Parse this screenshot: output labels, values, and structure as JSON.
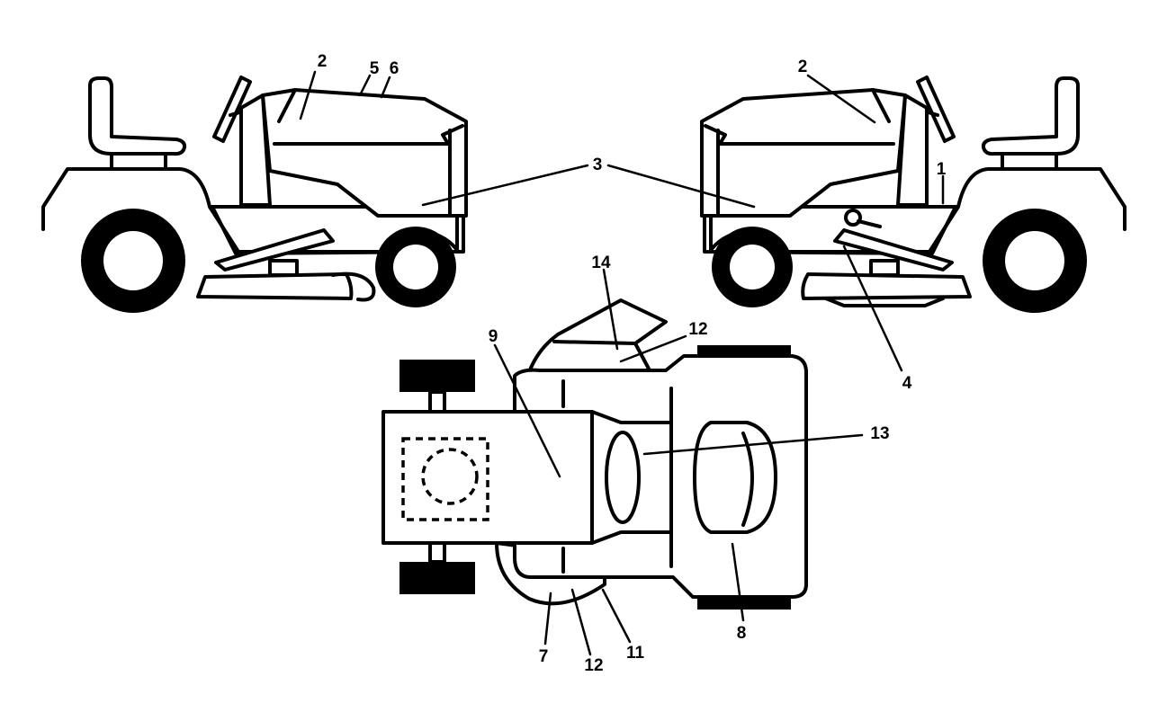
{
  "callouts": {
    "c1": "1",
    "c2_left": "2",
    "c2_right": "2",
    "c3": "3",
    "c4": "4",
    "c5": "5",
    "c6": "6",
    "c7": "7",
    "c8": "8",
    "c9": "9",
    "c11": "11",
    "c12_top": "12",
    "c12_bottom": "12",
    "c13": "13",
    "c14": "14"
  },
  "colors": {
    "line": "#000000",
    "background": "#ffffff"
  }
}
